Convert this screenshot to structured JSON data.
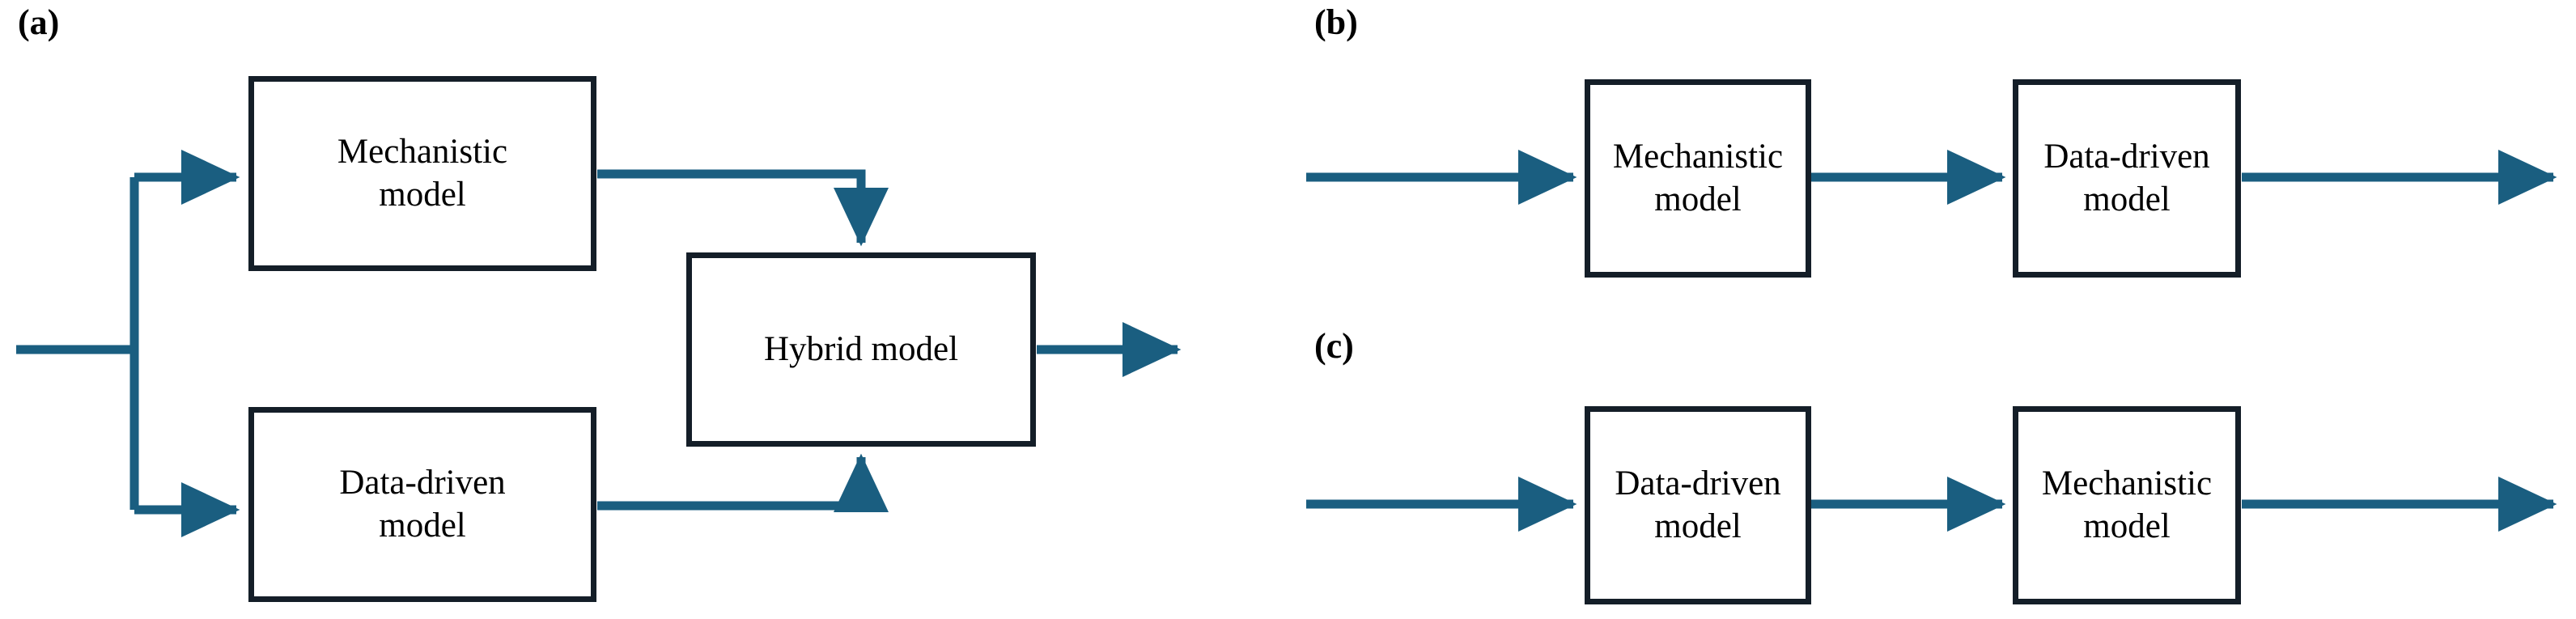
{
  "figure": {
    "background_color": "#ffffff",
    "box_border_color": "#141e28",
    "arrow_color": "#1a5e80",
    "panels": [
      {
        "id": "a",
        "label": "(a)",
        "description": "Parallel hybrid structure: input splits to mechanistic model and data-driven model, whose outputs both feed a hybrid model.",
        "boxes": [
          {
            "name": "mechanistic-model",
            "label": "Mechanistic\nmodel"
          },
          {
            "name": "data-driven-model",
            "label": "Data-driven\nmodel"
          },
          {
            "name": "hybrid-model",
            "label": "Hybrid model"
          }
        ]
      },
      {
        "id": "b",
        "label": "(b)",
        "description": "Serial structure: mechanistic model feeds a data-driven model.",
        "boxes": [
          {
            "name": "mechanistic-model",
            "label": "Mechanistic\nmodel"
          },
          {
            "name": "data-driven-model",
            "label": "Data-driven\nmodel"
          }
        ]
      },
      {
        "id": "c",
        "label": "(c)",
        "description": "Serial structure: data-driven model feeds a mechanistic model.",
        "boxes": [
          {
            "name": "data-driven-model",
            "label": "Data-driven\nmodel"
          },
          {
            "name": "mechanistic-model",
            "label": "Mechanistic\nmodel"
          }
        ]
      }
    ]
  }
}
